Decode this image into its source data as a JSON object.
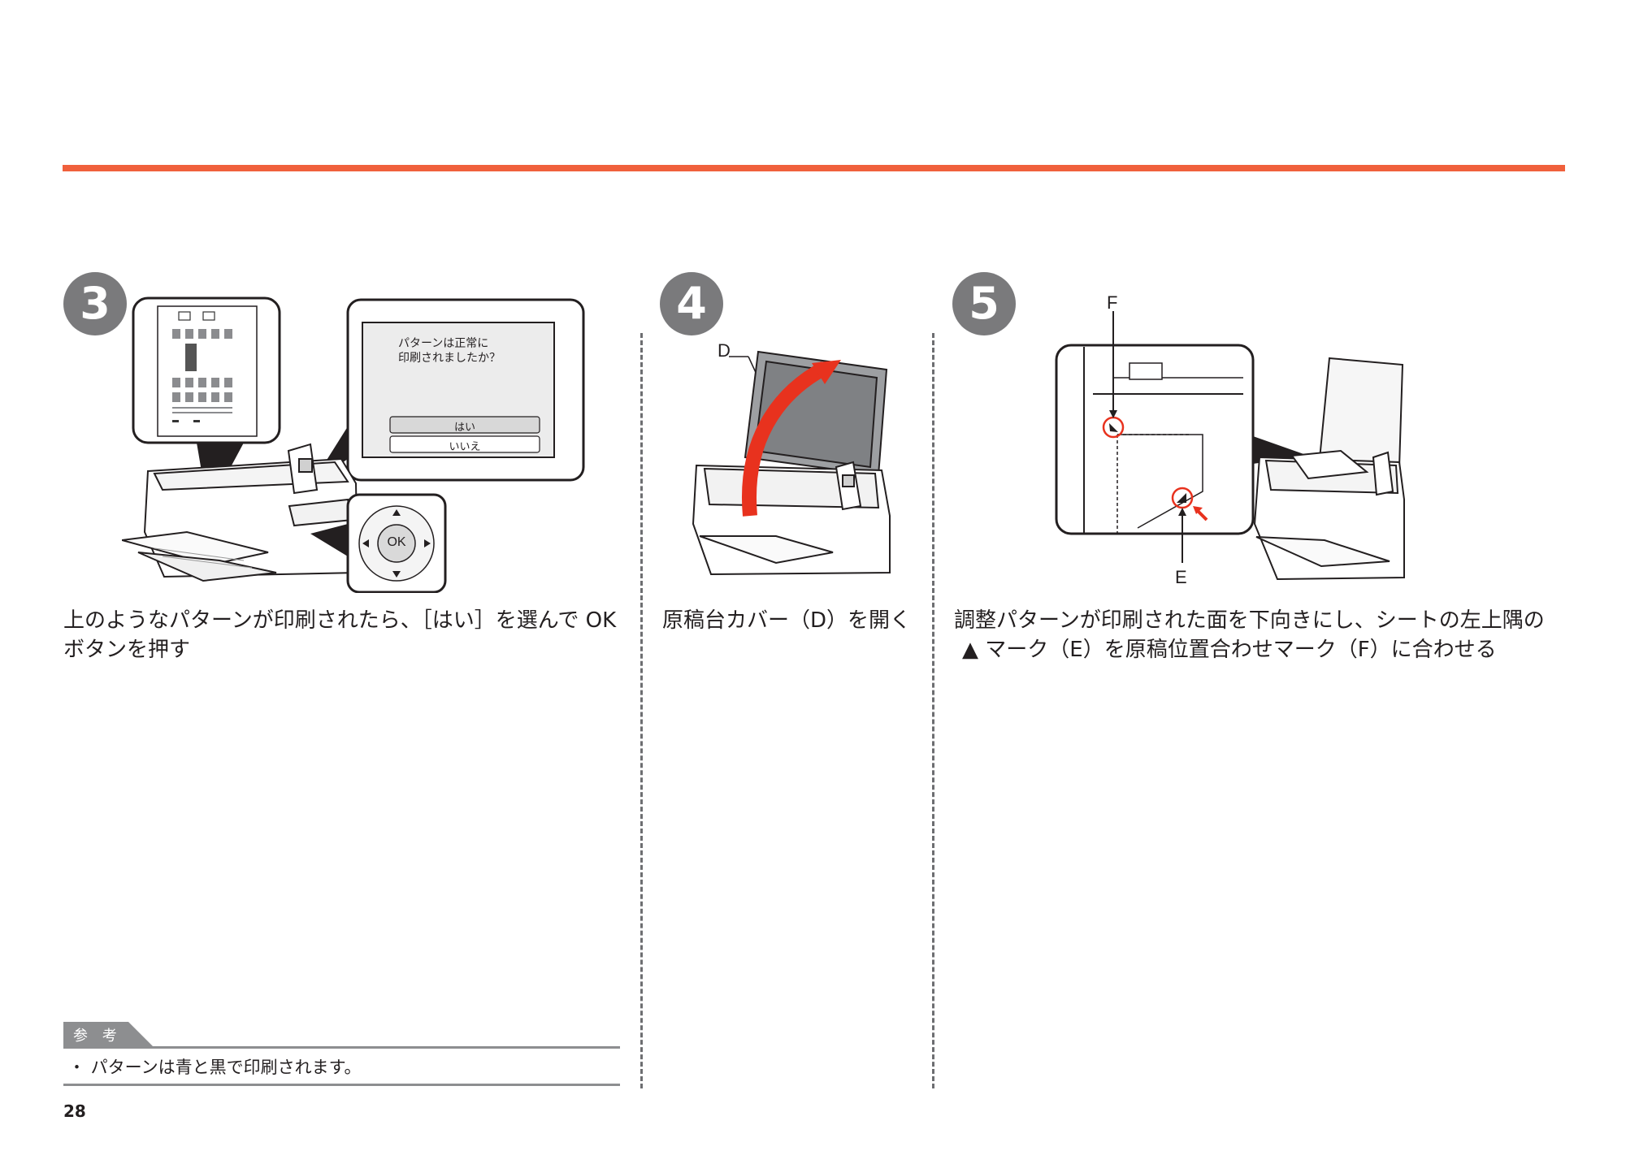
{
  "steps": [
    {
      "number": "3",
      "text_line1": "上のようなパターンが印刷されたら、［はい］を選んで OK",
      "text_line2": "ボタンを押す"
    },
    {
      "number": "4",
      "text_line1": "原稿台カバー（D）を開く"
    },
    {
      "number": "5",
      "text_line1": "調整パターンが印刷された面を下向きにし、シートの左上隅の",
      "text_line2": "▲ マーク（E）を原稿位置合わせマーク（F）に合わせる"
    }
  ],
  "screen": {
    "message_line1": "パターンは正常に",
    "message_line2": "印刷されましたか？",
    "yes_button": "はい",
    "no_button": "いいえ"
  },
  "ok_button": "OK",
  "labels": {
    "d": "D",
    "e": "E",
    "f": "F"
  },
  "note": {
    "heading": "参 考",
    "text": "・ パターンは青と黒で印刷されます。"
  },
  "page_number": "28",
  "colors": {
    "accent": "#f0603c",
    "badge": "#7a7a7c",
    "arrow_red": "#e8321e"
  }
}
